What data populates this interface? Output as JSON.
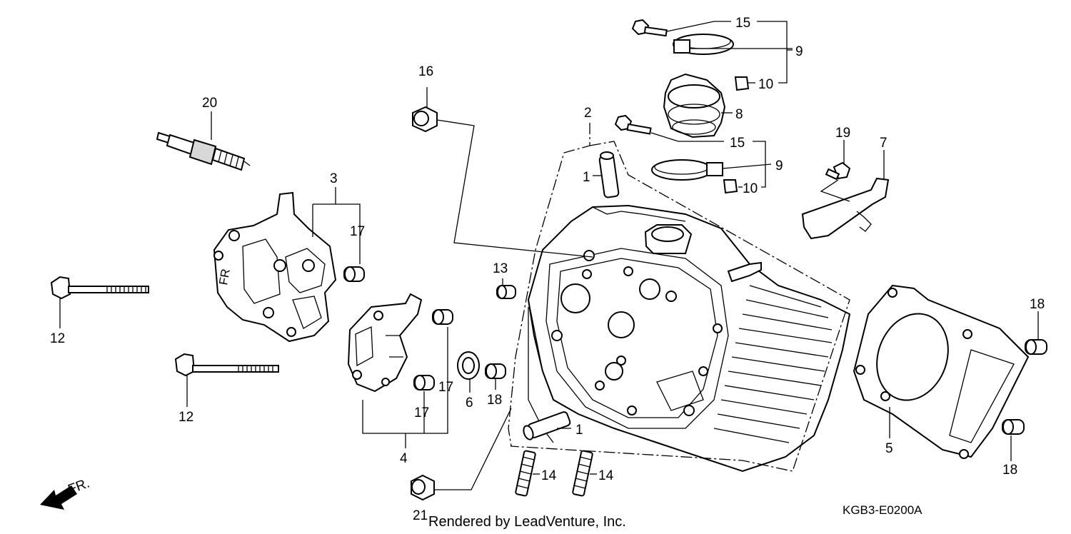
{
  "diagram": {
    "code": "KGB3-E0200A",
    "credit": "Rendered by LeadVenture, Inc.",
    "front_marker": "FR."
  },
  "callouts": {
    "c1a": "1",
    "c1b": "1",
    "c2": "2",
    "c3": "3",
    "c4": "4",
    "c5": "5",
    "c6": "6",
    "c7": "7",
    "c8": "8",
    "c9a": "9",
    "c9b": "9",
    "c10a": "10",
    "c10b": "10",
    "c12a": "12",
    "c12b": "12",
    "c13": "13",
    "c14a": "14",
    "c14b": "14",
    "c15a": "15",
    "c15b": "15",
    "c16": "16",
    "c17a": "17",
    "c17b": "17",
    "c17c": "17",
    "c18a": "18",
    "c18b": "18",
    "c18c": "18",
    "c19": "19",
    "c20": "20",
    "c21": "21"
  }
}
